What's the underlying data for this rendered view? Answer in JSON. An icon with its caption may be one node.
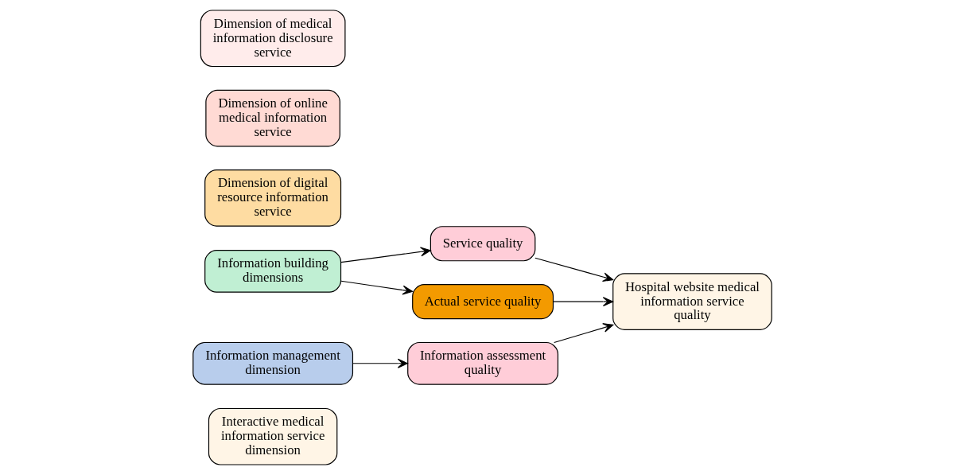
{
  "diagram": {
    "nodes": [
      {
        "text": [
          "Interactive medical information service dimension"
        ]
      },
      {
        "text": [
          "Information building dimensions"
        ]
      },
      {
        "text": [
          "Dimension of digital resource information service"
        ]
      },
      {
        "text": [
          "Dimension of online medical information service"
        ]
      },
      {
        "text": [
          "Dimension of medical information disclosure service"
        ]
      },
      {
        "text": [
          "Information management dimension"
        ]
      },
      {
        "text": [
          "Service quality"
        ]
      },
      {
        "text": [
          "Actual service quality"
        ]
      },
      {
        "text": [
          "Information assessment quality"
        ]
      },
      {
        "text": [
          "Hospital website medical information service quality"
        ]
      }
    ],
    "edges": [
      {
        "from": 1,
        "to": 6,
        "arrow": "to"
      },
      {
        "from": 1,
        "to": 7,
        "arrow": "to"
      },
      {
        "from": 6,
        "to": 9,
        "arrow": "to"
      },
      {
        "from": 7,
        "to": 9,
        "arrow": "to"
      },
      {
        "from": 5,
        "to": 8,
        "arrow": "to"
      },
      {
        "from": 8,
        "to": 9,
        "arrow": "to"
      }
    ]
  }
}
